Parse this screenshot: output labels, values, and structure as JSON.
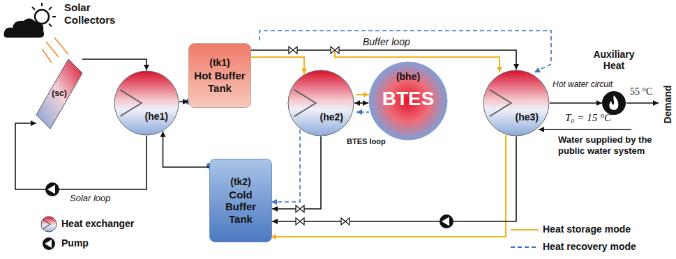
{
  "diagram": {
    "nodes": [
      {
        "text": [
          "(sc)"
        ]
      },
      {
        "text": [
          "(he1)"
        ]
      },
      {
        "text": [
          "(tk1)",
          "Hot Buffer Tank"
        ]
      },
      {
        "text": [
          "(tk2)",
          "Cold Buffer Tank"
        ]
      },
      {
        "text": [
          "(he2)"
        ]
      },
      {
        "text": [
          "(bhe)",
          "BTES"
        ]
      },
      {
        "text": [
          "(he3)"
        ]
      },
      {
        "text": [
          "Auxiliary Heat"
        ]
      }
    ],
    "edges": [
      {
        "from": 0,
        "to": 1,
        "arrow": "to"
      },
      {
        "from": 1,
        "to": 0,
        "arrow": "to",
        "label": "Solar loop"
      },
      {
        "from": 1,
        "to": 2,
        "arrow": "to"
      },
      {
        "from": 3,
        "to": 1,
        "arrow": "to"
      },
      {
        "from": 2,
        "to": 4,
        "arrow": "to"
      },
      {
        "from": 2,
        "to": 6,
        "arrow": "to",
        "label": "Buffer loop"
      },
      {
        "from": 4,
        "to": 5,
        "arrow": "both",
        "label": "BTES loop"
      },
      {
        "from": 6,
        "to": 3,
        "arrow": "to"
      },
      {
        "from": 4,
        "to": 3,
        "arrow": "to"
      },
      {
        "from": 6,
        "to": 7,
        "arrow": "to",
        "label": "Hot water circuit"
      }
    ],
    "labels": [
      "Solar Collectors",
      "55 °C",
      "Demand",
      "T₀ = 15 °C",
      "Water supplied by the public water system"
    ],
    "legend": [
      {
        "text": "Heat exchanger"
      },
      {
        "text": "Pump"
      },
      {
        "text": "Heat storage mode"
      },
      {
        "text": "Heat recovery mode"
      }
    ]
  }
}
